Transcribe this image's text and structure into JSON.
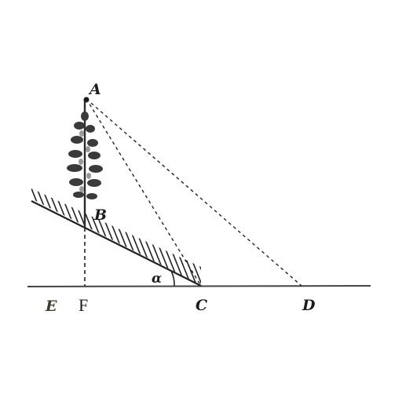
{
  "diagram": {
    "points": {
      "A": "A",
      "B": "B",
      "C": "C",
      "D": "D",
      "E": "E",
      "F": "F"
    },
    "angle_label": "α"
  }
}
